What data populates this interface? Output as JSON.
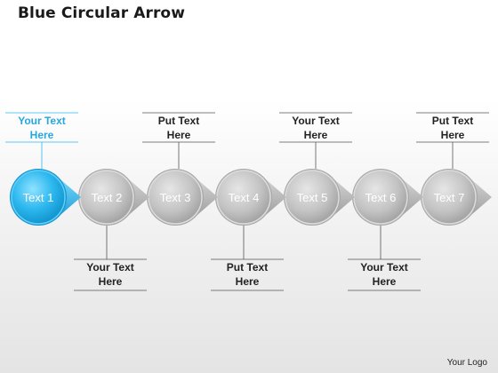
{
  "title": "Blue Circular Arrow",
  "logo": "Your Logo",
  "colors": {
    "active_fill": "#2bb7ee",
    "active_text": "#27a6e0",
    "inactive_fill": "#b9b9b9",
    "line": "#555555"
  },
  "steps": [
    {
      "label": "Text 1",
      "callout_line1": "Your Text",
      "callout_line2": "Here",
      "callout_position": "top",
      "active": true
    },
    {
      "label": "Text 2",
      "callout_line1": "Your Text",
      "callout_line2": "Here",
      "callout_position": "bottom",
      "active": false
    },
    {
      "label": "Text 3",
      "callout_line1": "Put Text",
      "callout_line2": "Here",
      "callout_position": "top",
      "active": false
    },
    {
      "label": "Text 4",
      "callout_line1": "Put Text",
      "callout_line2": "Here",
      "callout_position": "bottom",
      "active": false
    },
    {
      "label": "Text 5",
      "callout_line1": "Your Text",
      "callout_line2": "Here",
      "callout_position": "top",
      "active": false
    },
    {
      "label": "Text 6",
      "callout_line1": "Your Text",
      "callout_line2": "Here",
      "callout_position": "bottom",
      "active": false
    },
    {
      "label": "Text 7",
      "callout_line1": "Put Text",
      "callout_line2": "Here",
      "callout_position": "top",
      "active": false
    }
  ]
}
